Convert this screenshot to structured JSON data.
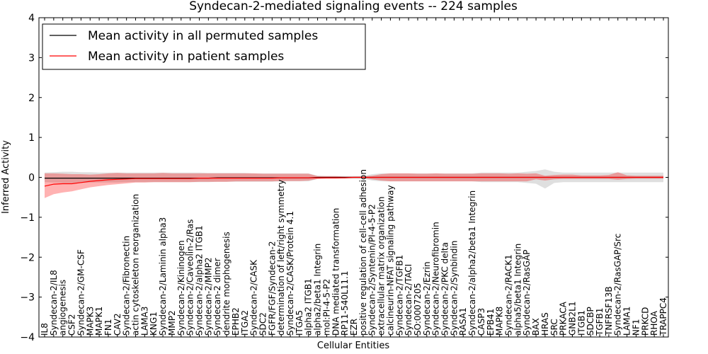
{
  "chart_data": {
    "type": "line",
    "title": "Syndecan-2-mediated signaling events -- 224 samples",
    "xlabel": "Cellular Entities",
    "ylabel": "Inferred Activity",
    "ylim": [
      -4,
      4
    ],
    "yticks": [
      "4",
      "3",
      "2",
      "1",
      "0",
      "−1",
      "−2",
      "−3",
      "−4"
    ],
    "legend_position": "top-left",
    "grid": false,
    "categories": [
      "IL8",
      "Syndecan-2/IL8",
      "angiogenesis",
      "CSF2",
      "Syndecan-2/GM-CSF",
      "MAPK3",
      "MAPK1",
      "FN1",
      "CAV2",
      "Syndecan-2/Fibronectin",
      "actin cytoskeleton reorganization",
      "LAMA3",
      "KNG1",
      "Syndecan-2/Laminin alpha3",
      "MMP2",
      "Syndecan-2/Kininogen",
      "Syndecan-2/Caveolin-2/Ras",
      "Syndecan-2/alpha2 ITGB1",
      "Syndecan-2/MMP2",
      "Syndecan-2 dimer",
      "dendrite morphogenesis",
      "EPHB2",
      "ITGA2",
      "Syndecan-2/CASK",
      "SDC2",
      "FGFR/FGF/Syndecan-2",
      "determination of left/right symmetry",
      "Syndecan-2/CASK/Protein 4.1",
      "ITGA5",
      "alpha2 ITGB1",
      "alpha2/beta1 Integrin",
      "mol:PI-4-5-P2",
      "DNA mediated transformation",
      "RP11-540L11.1",
      "EZR",
      "positive regulation of cell-cell adhesion",
      "Syndecan-2/Syntenin/PI-4-5-P2",
      "extracellular matrix organization",
      "calcineurin-NFAT signaling pathway",
      "Syndecan-2/TGFB1",
      "Syndecan-2/TACI",
      "SO:0007205",
      "Syndecan-2/Ezrin",
      "Syndecan-2/Neurofibromin",
      "Syndecan-2/PKC delta",
      "Syndecan-2/Synbindin",
      "RASA1",
      "Syndecan-2/alpha2/beta1 Integrin",
      "CASP3",
      "EPB41",
      "MAPK8",
      "Syndecan-2/RACK1",
      "alpha5/beta1 Integrin",
      "Syndecan-2/RasGAP",
      "BAX",
      "HRAS",
      "SRC",
      "PRKACA",
      "GNB2L1",
      "ITGB1",
      "SDCBP",
      "TGFB1",
      "TNFRSF13B",
      "Syndecan-2/RasGAP/Src",
      "LAMA1",
      "NF1",
      "PRKCD",
      "RHOA",
      "TRAPPC4"
    ],
    "series": [
      {
        "name": "Mean activity in all permuted samples",
        "color": "#000000",
        "values": [
          -0.02,
          -0.02,
          -0.02,
          -0.02,
          -0.02,
          -0.02,
          -0.02,
          -0.02,
          -0.02,
          -0.02,
          -0.02,
          -0.02,
          -0.02,
          -0.02,
          -0.02,
          -0.02,
          -0.02,
          -0.02,
          -0.02,
          -0.01,
          -0.01,
          -0.01,
          -0.01,
          -0.01,
          -0.01,
          -0.01,
          -0.01,
          -0.01,
          -0.01,
          -0.01,
          0.0,
          0.0,
          0.0,
          0.0,
          0.0,
          0.0,
          0.0,
          0.0,
          0.0,
          0.0,
          0.0,
          0.0,
          0.0,
          0.0,
          0.0,
          0.0,
          0.0,
          0.0,
          0.0,
          0.0,
          0.0,
          0.0,
          0.0,
          0.0,
          0.0,
          0.0,
          0.0,
          0.0,
          0.0,
          0.0,
          0.0,
          0.0,
          0.0,
          0.0,
          0.0,
          0.0,
          0.0,
          0.0,
          0.0
        ],
        "band_lower": [
          -0.12,
          -0.13,
          -0.14,
          -0.14,
          -0.14,
          -0.13,
          -0.13,
          -0.13,
          -0.13,
          -0.12,
          -0.12,
          -0.12,
          -0.12,
          -0.12,
          -0.12,
          -0.12,
          -0.12,
          -0.12,
          -0.12,
          -0.11,
          -0.11,
          -0.11,
          -0.11,
          -0.11,
          -0.11,
          -0.11,
          -0.1,
          -0.1,
          -0.1,
          -0.1,
          -0.04,
          -0.03,
          -0.03,
          -0.03,
          -0.03,
          -0.03,
          -0.08,
          -0.1,
          -0.1,
          -0.1,
          -0.1,
          -0.1,
          -0.1,
          -0.1,
          -0.1,
          -0.1,
          -0.1,
          -0.1,
          -0.12,
          -0.12,
          -0.12,
          -0.12,
          -0.12,
          -0.14,
          -0.16,
          -0.28,
          -0.14,
          -0.12,
          -0.12,
          -0.12,
          -0.12,
          -0.12,
          -0.12,
          -0.12,
          -0.12,
          -0.12,
          -0.12,
          -0.12,
          -0.12
        ],
        "band_upper": [
          0.12,
          0.13,
          0.14,
          0.14,
          0.13,
          0.13,
          0.12,
          0.12,
          0.12,
          0.12,
          0.12,
          0.12,
          0.12,
          0.12,
          0.12,
          0.12,
          0.12,
          0.12,
          0.11,
          0.11,
          0.11,
          0.11,
          0.11,
          0.1,
          0.1,
          0.1,
          0.1,
          0.1,
          0.1,
          0.1,
          0.04,
          0.03,
          0.03,
          0.03,
          0.03,
          0.03,
          0.08,
          0.1,
          0.1,
          0.1,
          0.1,
          0.1,
          0.1,
          0.1,
          0.1,
          0.1,
          0.1,
          0.1,
          0.12,
          0.12,
          0.12,
          0.12,
          0.12,
          0.14,
          0.16,
          0.2,
          0.14,
          0.12,
          0.12,
          0.12,
          0.12,
          0.12,
          0.12,
          0.12,
          0.12,
          0.12,
          0.12,
          0.12,
          0.12
        ]
      },
      {
        "name": "Mean activity in patient samples",
        "color": "#ff0000",
        "values": [
          -0.22,
          -0.17,
          -0.16,
          -0.16,
          -0.13,
          -0.1,
          -0.08,
          -0.06,
          -0.05,
          -0.04,
          -0.03,
          -0.03,
          -0.03,
          -0.03,
          -0.03,
          -0.03,
          -0.03,
          -0.02,
          -0.02,
          -0.02,
          -0.02,
          -0.02,
          -0.02,
          -0.02,
          -0.02,
          -0.02,
          -0.01,
          -0.01,
          -0.01,
          -0.01,
          -0.01,
          -0.01,
          -0.01,
          -0.01,
          0.0,
          0.0,
          0.0,
          0.0,
          0.0,
          0.0,
          0.0,
          0.0,
          0.0,
          0.0,
          0.0,
          0.0,
          0.0,
          0.0,
          0.0,
          0.0,
          0.0,
          0.0,
          0.0,
          0.0,
          0.0,
          0.0,
          0.0,
          0.0,
          0.0,
          0.0,
          0.0,
          0.0,
          0.0,
          0.0,
          0.0,
          0.0,
          0.0,
          0.0,
          0.0
        ],
        "band_lower": [
          -0.52,
          -0.42,
          -0.38,
          -0.35,
          -0.3,
          -0.25,
          -0.22,
          -0.19,
          -0.17,
          -0.15,
          -0.13,
          -0.13,
          -0.12,
          -0.12,
          -0.12,
          -0.12,
          -0.12,
          -0.11,
          -0.11,
          -0.11,
          -0.11,
          -0.1,
          -0.1,
          -0.1,
          -0.1,
          -0.1,
          -0.09,
          -0.09,
          -0.09,
          -0.08,
          -0.04,
          -0.03,
          -0.03,
          -0.02,
          -0.02,
          -0.02,
          -0.05,
          -0.08,
          -0.1,
          -0.1,
          -0.1,
          -0.1,
          -0.1,
          -0.1,
          -0.1,
          -0.1,
          -0.1,
          -0.1,
          -0.1,
          -0.1,
          -0.1,
          -0.1,
          -0.1,
          -0.1,
          -0.05,
          -0.08,
          -0.05,
          -0.04,
          -0.04,
          -0.04,
          -0.04,
          -0.04,
          -0.04,
          -0.06,
          -0.04,
          -0.03,
          -0.03,
          -0.03,
          -0.03
        ],
        "band_upper": [
          0.1,
          0.1,
          0.09,
          0.08,
          0.08,
          0.07,
          0.08,
          0.1,
          0.11,
          0.1,
          0.1,
          0.1,
          0.1,
          0.11,
          0.1,
          0.1,
          0.1,
          0.1,
          0.1,
          0.1,
          0.1,
          0.1,
          0.1,
          0.1,
          0.09,
          0.09,
          0.09,
          0.09,
          0.09,
          0.09,
          0.03,
          0.03,
          0.03,
          0.02,
          0.02,
          0.02,
          0.04,
          0.08,
          0.1,
          0.1,
          0.1,
          0.09,
          0.09,
          0.1,
          0.09,
          0.09,
          0.09,
          0.09,
          0.1,
          0.1,
          0.1,
          0.09,
          0.1,
          0.09,
          0.1,
          0.04,
          0.06,
          0.07,
          0.07,
          0.05,
          0.05,
          0.05,
          0.06,
          0.13,
          0.05,
          0.04,
          0.04,
          0.04,
          0.04
        ]
      }
    ]
  }
}
